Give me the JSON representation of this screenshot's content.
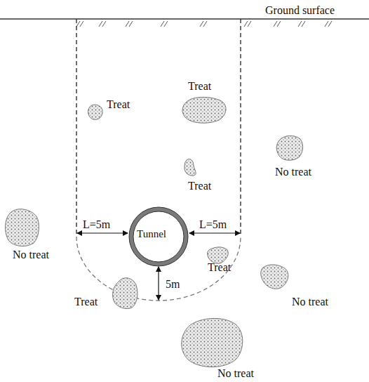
{
  "diagram": {
    "nodes": [
      {
        "text": [
          "Tunnel"
        ]
      }
    ],
    "labels": [
      "Ground surface",
      "Treat",
      "Treat",
      "No treat",
      "Treat",
      "L=5m",
      "L=5m",
      "No treat",
      "Treat",
      "Treat",
      "No treat",
      "5m",
      "No treat"
    ]
  }
}
